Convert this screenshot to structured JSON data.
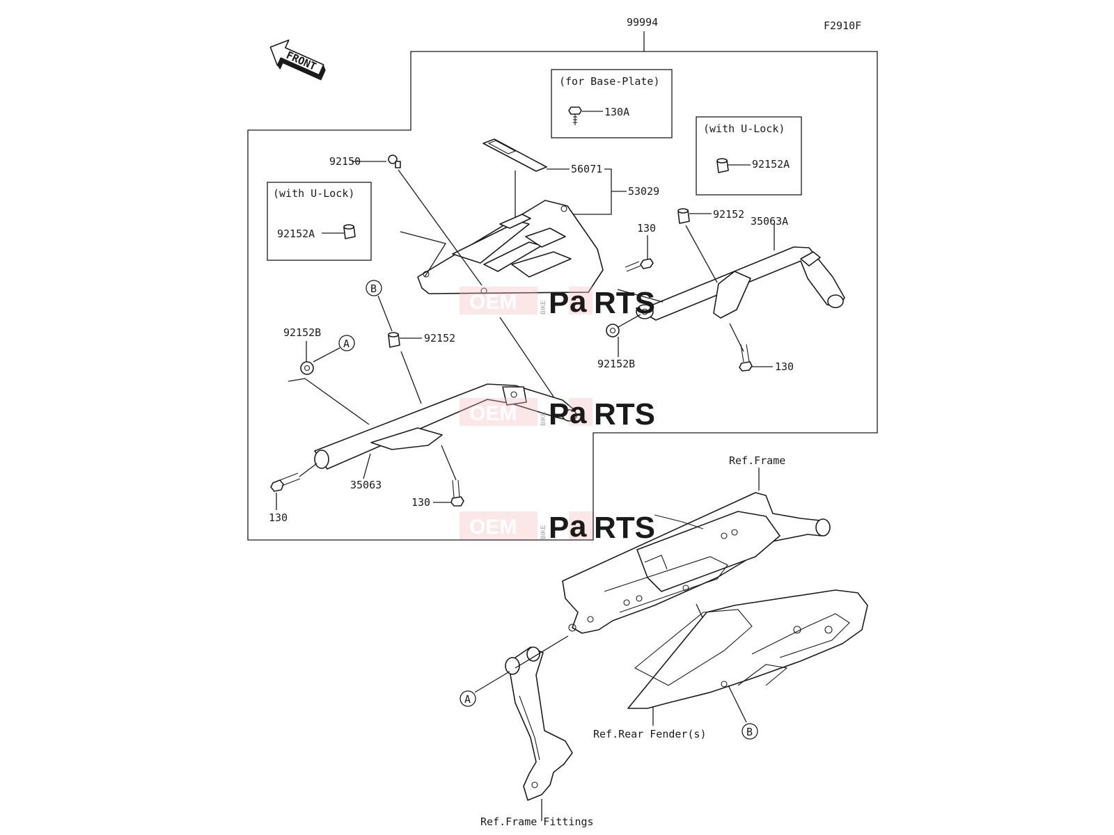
{
  "figure_code": "F2910F",
  "assembly_code": "99994",
  "front_label": "FRONT",
  "watermark": {
    "oem": "OEM",
    "bike": "BIKE",
    "p": "P",
    "a": "a",
    "rts": "RTS",
    "brand_color": "#e03a3a",
    "grey_color": "#b8b8b8"
  },
  "boxes": {
    "base_plate": {
      "title": "(for Base-Plate)",
      "part": "130A"
    },
    "u_lock_right": {
      "title": "(with U-Lock)",
      "part": "92152A"
    },
    "u_lock_left": {
      "title": "(with U-Lock)",
      "part": "92152A"
    }
  },
  "callouts": {
    "c_92150": "92150",
    "c_56071": "56071",
    "c_53029": "53029",
    "c_130_top": "130",
    "c_92152_right": "92152",
    "c_35063A": "35063A",
    "c_92152B_right": "92152B",
    "c_130_right": "130",
    "c_92152B_left": "92152B",
    "c_92152_left": "92152",
    "c_35063": "35063",
    "c_130_left": "130",
    "c_130_center": "130"
  },
  "markers": {
    "a_left": "A",
    "b_left": "B",
    "a_bottom": "A",
    "b_bottom": "B"
  },
  "references": {
    "frame": "Ref.Frame",
    "rear_fender": "Ref.Rear Fender(s)",
    "frame_fittings": "Ref.Frame Fittings"
  }
}
